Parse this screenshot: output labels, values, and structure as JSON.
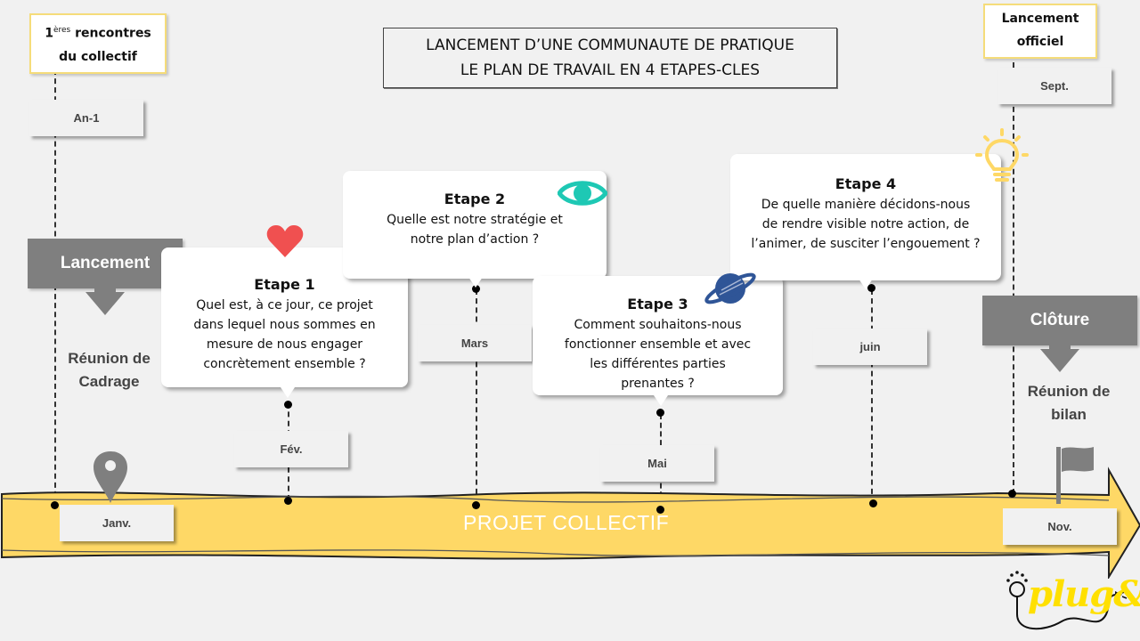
{
  "title": {
    "line1": "LANCEMENT D’UNE COMMUNAUTE DE PRATIQUE",
    "line2": "LE PLAN DE TRAVAIL EN 4 ETAPES-CLES"
  },
  "milestones": {
    "first_meeting": {
      "sup": "ères",
      "num": "1",
      "line1_rest": " rencontres",
      "line2": "du collectif"
    },
    "official_launch": {
      "line1": "Lancement",
      "line2": "officiel"
    }
  },
  "months": {
    "an1": "An-1",
    "janv": "Janv.",
    "fev": "Fév.",
    "mars": "Mars",
    "mai": "Mai",
    "juin": "juin",
    "sept": "Sept.",
    "nov": "Nov."
  },
  "phases": {
    "launch": {
      "label": "Lancement",
      "sub1": "Réunion de",
      "sub2": "Cadrage"
    },
    "closure": {
      "label": "Clôture",
      "sub1": "Réunion de",
      "sub2": "bilan"
    }
  },
  "steps": [
    {
      "title": "Etape 1",
      "lines": [
        "Quel est, à ce jour, ce projet",
        "dans lequel nous sommes en",
        "mesure de nous engager",
        "concrètement ensemble ?"
      ],
      "icon": "heart-icon"
    },
    {
      "title": "Etape 2",
      "lines": [
        "Quelle est notre stratégie et",
        "notre plan d’action ?"
      ],
      "icon": "eye-icon"
    },
    {
      "title": "Etape 3",
      "lines": [
        "Comment souhaitons-nous",
        "fonctionner ensemble et avec",
        "les différentes parties",
        "prenantes ?"
      ],
      "icon": "planet-icon"
    },
    {
      "title": "Etape 4",
      "lines": [
        "De quelle manière décidons-nous",
        "de rendre visible notre action, de",
        "l’animer, de susciter l’engouement ?"
      ],
      "icon": "lightbulb-icon"
    }
  ],
  "band": {
    "label": "PROJET COLLECTIF"
  },
  "logo": {
    "text": "plug&"
  },
  "colors": {
    "band": "#fed866",
    "phase": "#7f7f7f",
    "heart": "#f05050",
    "eye": "#1ec8b4",
    "planet": "#2f5597",
    "bulb": "#fed866",
    "logo": "#ffe000"
  }
}
